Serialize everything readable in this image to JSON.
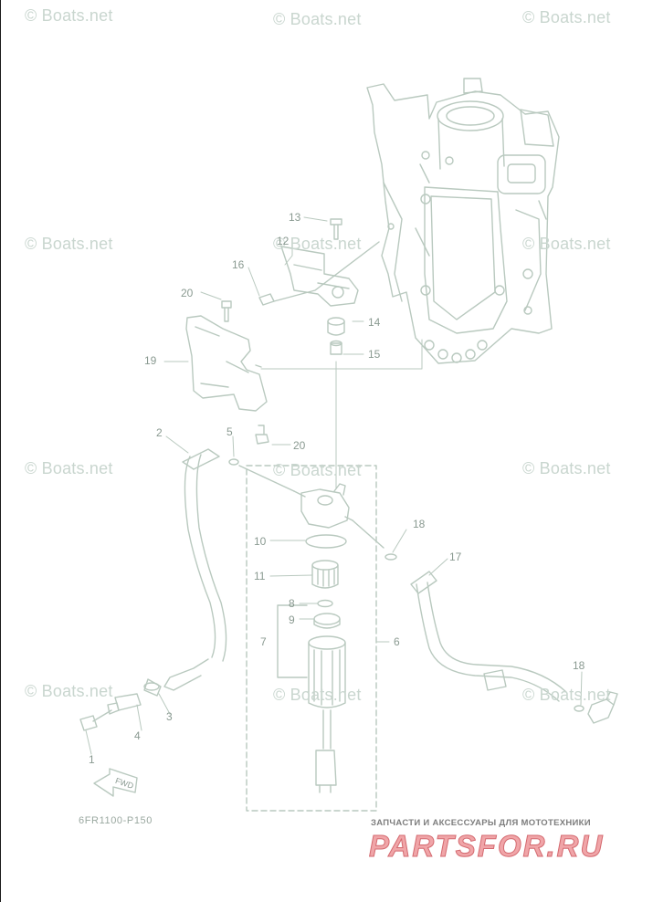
{
  "watermarks": [
    {
      "text": "© Boats.net"
    },
    {
      "text": "© Boats.net"
    },
    {
      "text": "© Boats.net"
    },
    {
      "text": "© Boats.net"
    },
    {
      "text": "© Boats.net"
    },
    {
      "text": "© Boats.net"
    },
    {
      "text": "© Boats.net"
    },
    {
      "text": "© Boats.net"
    },
    {
      "text": "© Boats.net"
    },
    {
      "text": "© Boats.net"
    },
    {
      "text": "© Boats.net"
    },
    {
      "text": "© Boats.net"
    }
  ],
  "callouts": [
    "13",
    "12",
    "16",
    "20",
    "14",
    "15",
    "19",
    "2",
    "5",
    "20",
    "10",
    "11",
    "8",
    "9",
    "7",
    "6",
    "18",
    "17",
    "18",
    "4",
    "3",
    "1"
  ],
  "fwd_label": "FWD",
  "diagram_code": "6FR1100-P150",
  "brand": {
    "tagline": "ЗАПЧАСТИ И АКСЕССУАРЫ ДЛЯ МОТОТЕХНИКИ",
    "logo": "PARTSFOR.RU"
  },
  "colors": {
    "line": "#b9c9bf",
    "watermark": "#c9d6cf",
    "callout": "#8a9a91",
    "logo_fill": "#f0a5a8",
    "logo_stroke": "#d46a70"
  }
}
